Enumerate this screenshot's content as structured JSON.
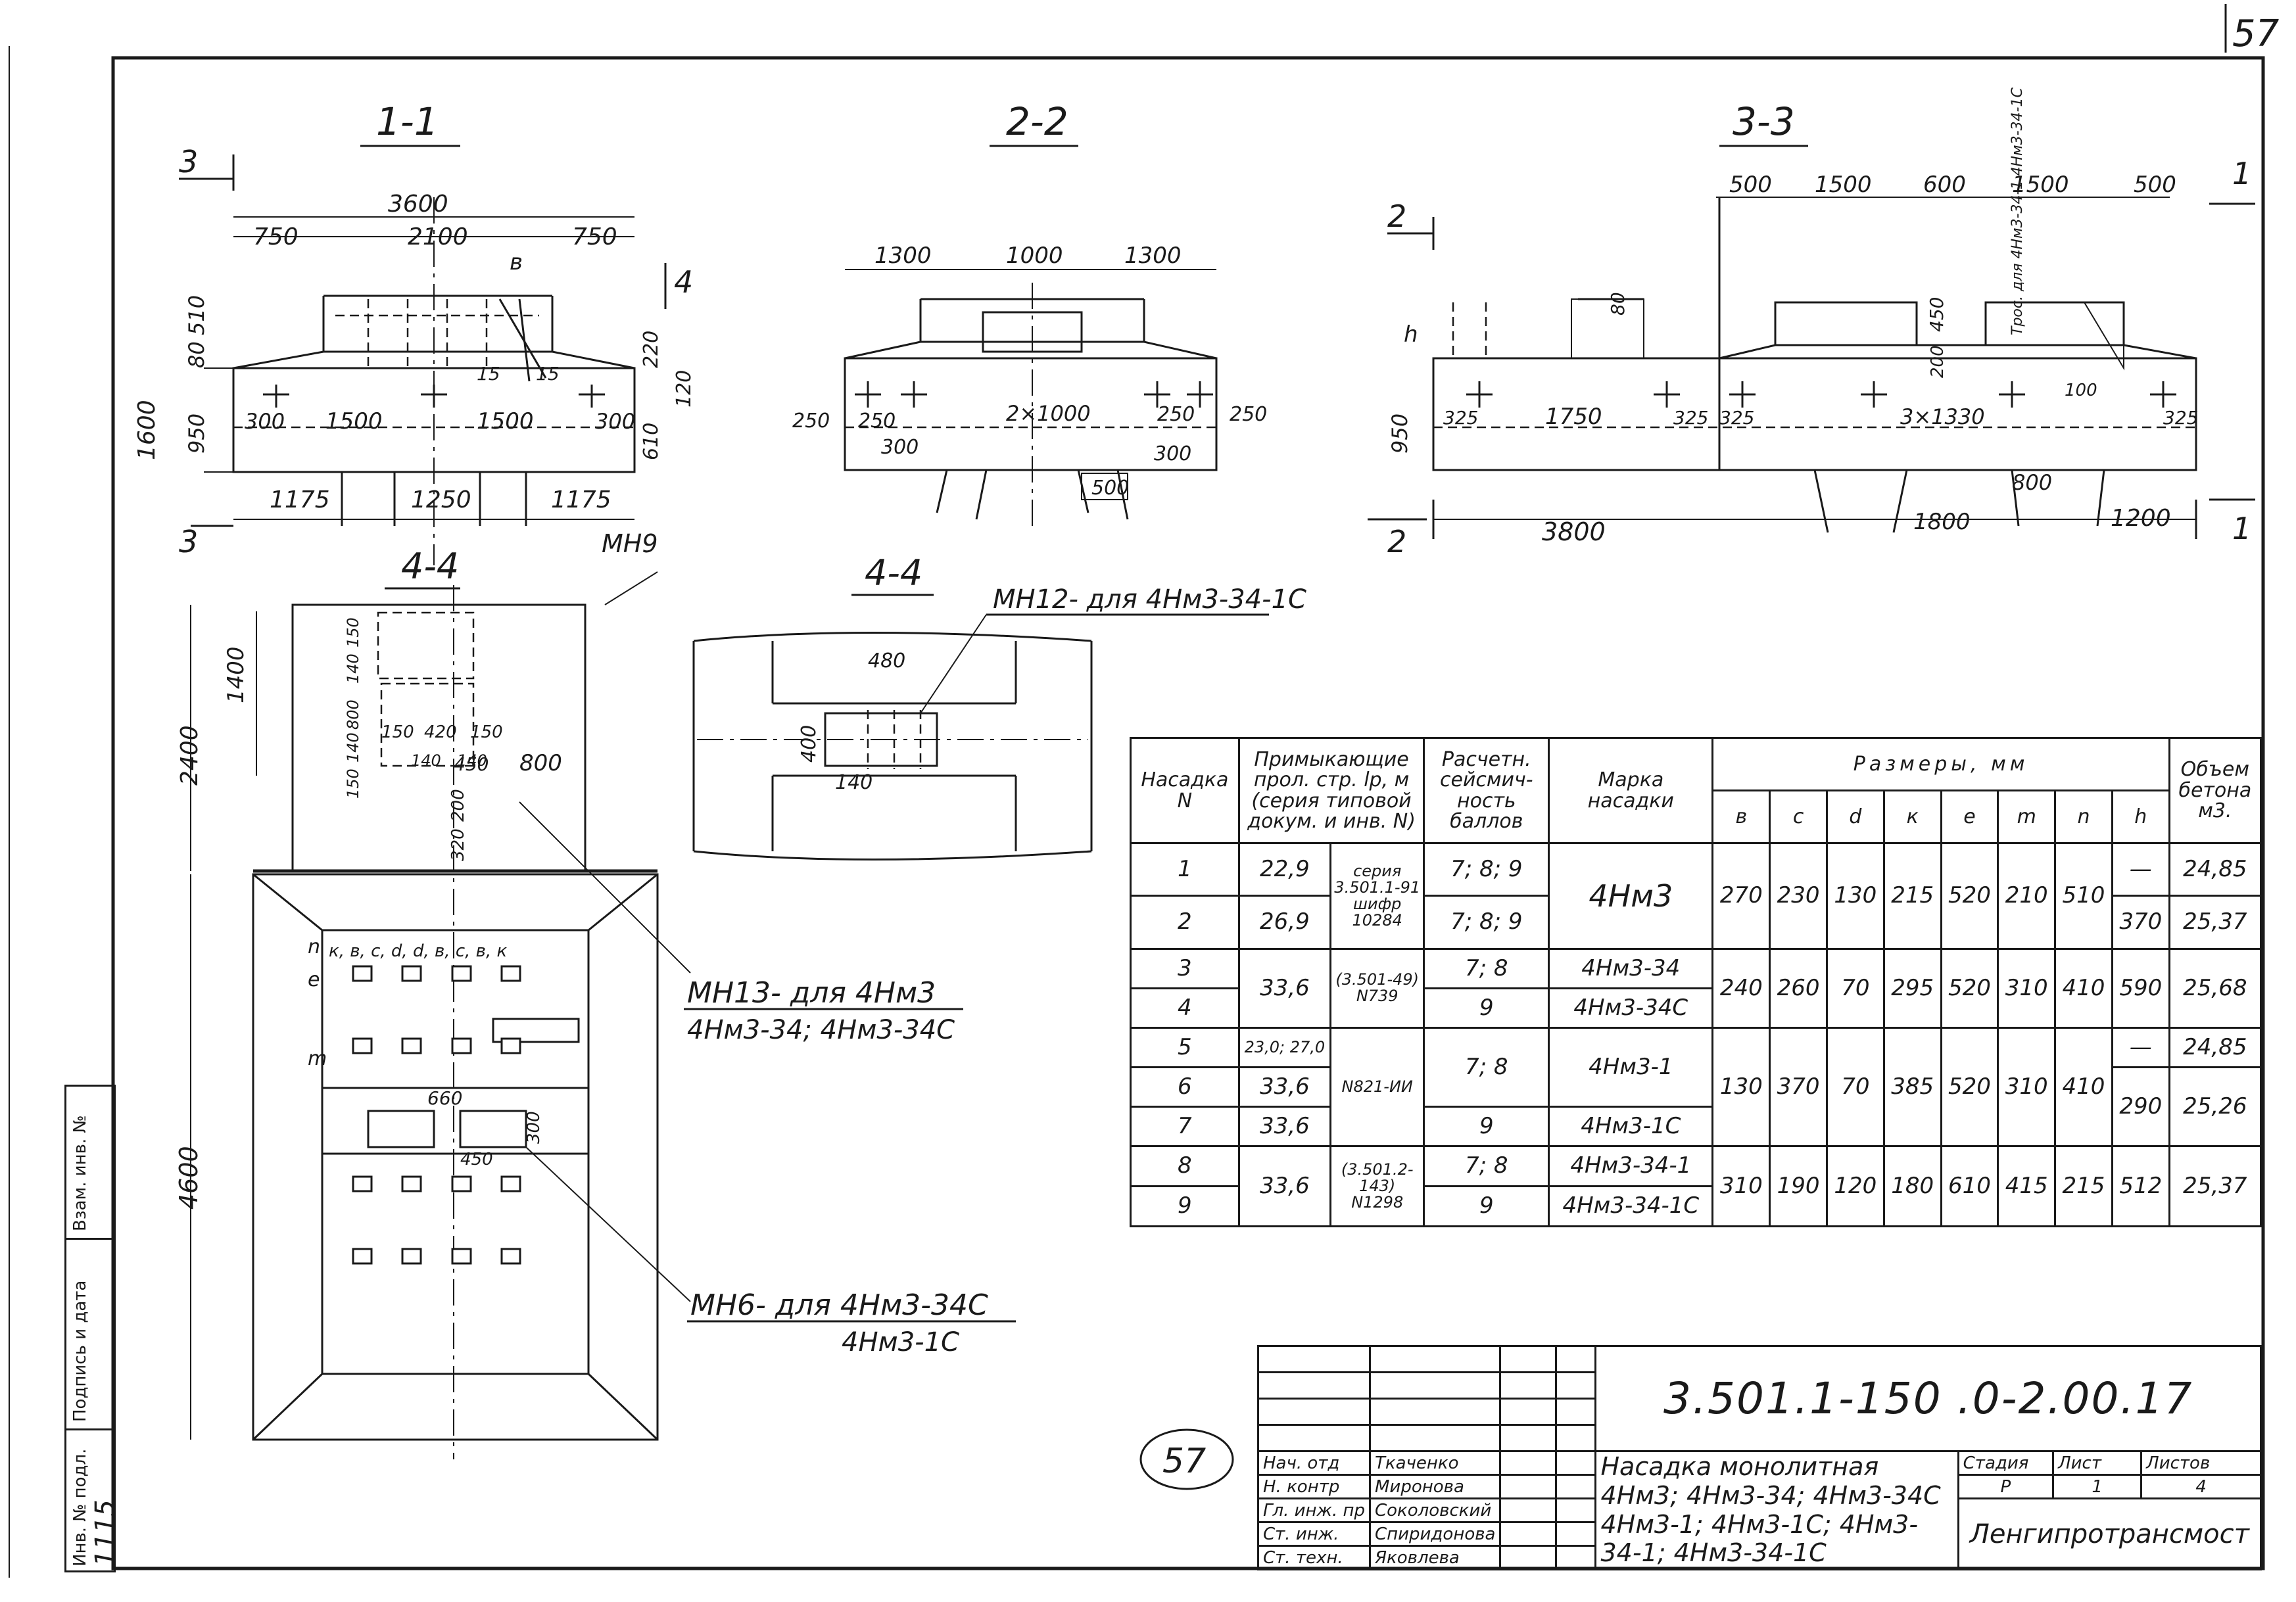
{
  "sheet": {
    "page_number": "57",
    "circled_number": "57"
  },
  "sections": {
    "s11": "1-1",
    "s22": "2-2",
    "s33": "3-3",
    "s44a": "4-4",
    "s44b": "4-4"
  },
  "cut_marks": {
    "c3": "3",
    "c4": "4",
    "c2": "2",
    "c1": "1"
  },
  "dims_11": {
    "overall": "3600",
    "left": "750",
    "mid": "2100",
    "right": "750",
    "b": "в",
    "h_total": "1600",
    "h_upper_a": "510",
    "h_upper_b": "80",
    "h_lower": "950",
    "r220": "220",
    "r120": "120",
    "r610": "610",
    "s15a": "15",
    "s15b": "15",
    "p300a": "300",
    "p1500a": "1500",
    "p1500b": "1500",
    "p300b": "300",
    "b1175a": "1175",
    "b1250": "1250",
    "b1175b": "1175"
  },
  "dims_22": {
    "left": "1300",
    "mid": "1000",
    "right": "1300",
    "d250a": "250",
    "d250b": "250",
    "d300a": "300",
    "d2x1000": "2×1000",
    "d250c": "250",
    "d250d": "250",
    "d300b": "300",
    "d500": "500"
  },
  "dims_33": {
    "d500a": "500",
    "d1500a": "1500",
    "d600": "600",
    "d1500b": "1500",
    "d500b": "500",
    "h": "h",
    "d80": "80",
    "d450": "450",
    "d200": "200",
    "d100": "100",
    "d950": "950",
    "d325a": "325",
    "d1750": "1750",
    "d325b": "325",
    "d325c": "325",
    "d3x1330": "3×1330",
    "d325d": "325",
    "d800": "800",
    "d3800": "3800",
    "d1800": "1800",
    "d1200": "1200",
    "note": "Трос. для 4Нм3-34-1 4Нм3-34-1С"
  },
  "dims_plan": {
    "d2400": "2400",
    "d1400": "1400",
    "d150a": "150",
    "d140a": "140",
    "d800": "800",
    "d140b": "140",
    "d150b": "150",
    "c150": "150",
    "c420": "420",
    "c150b": "150",
    "c140a": "140",
    "c140b": "140",
    "d450": "450",
    "d800b": "800",
    "d200": "200",
    "d320": "320",
    "d4600": "4600",
    "d660": "660",
    "d300": "300",
    "d450b": "450",
    "kbc": "к, в, с, d, d, в, с, в, к",
    "m": "m",
    "n": "n",
    "e": "е"
  },
  "dims_44b": {
    "d480": "480",
    "d400": "400",
    "d140": "140"
  },
  "labels": {
    "mn9": "МН9",
    "mn12": "МН12- для 4Нм3-34-1С",
    "mn13_l1": "МН13- для 4Нм3",
    "mn13_l2": "4Нм3-34; 4Нм3-34С",
    "mn6_l1": "МН6- для 4Нм3-34С",
    "mn6_l2": "4Нм3-1С"
  },
  "table": {
    "headers": {
      "n": "Насадка N",
      "span": "Примыкающие прол. стр. lр, м (серия типовой докум. и инв. N)",
      "seism": "Расчетн. сейсмич-ность баллов",
      "mark": "Марка насадки",
      "sizes": "Размеры, мм",
      "b": "в",
      "c": "с",
      "d": "d",
      "k": "к",
      "e": "е",
      "m": "m",
      "n_dim": "n",
      "h": "h",
      "vol": "Объем бетона м3."
    },
    "rows": [
      {
        "n": "1",
        "span": "22,9",
        "series": "серия 3.501.1-91 шифр 10284",
        "seism": "7; 8; 9",
        "mark": "4Нм3",
        "b": "270",
        "c": "230",
        "d": "130",
        "k": "215",
        "e": "520",
        "m": "210",
        "nd": "510",
        "h": "—",
        "vol": "24,85"
      },
      {
        "n": "2",
        "span": "26,9",
        "seism": "7; 8; 9",
        "h": "370",
        "vol": "25,37"
      },
      {
        "n": "3",
        "span": "33,6",
        "series": "(3.501-49) N739",
        "seism": "7; 8",
        "mark": "4Нм3-34",
        "b": "240",
        "c": "260",
        "d": "70",
        "k": "295",
        "e": "520",
        "m": "310",
        "nd": "410",
        "h": "590",
        "vol": "25,68"
      },
      {
        "n": "4",
        "seism": "9",
        "mark": "4Нм3-34С"
      },
      {
        "n": "5",
        "span": "23,0; 27,0",
        "series": "N821-ИИ",
        "seism": "7; 8",
        "mark": "4Нм3-1",
        "b": "130",
        "c": "370",
        "d": "70",
        "k": "385",
        "e": "520",
        "m": "310",
        "nd": "410",
        "h": "—",
        "vol": "24,85"
      },
      {
        "n": "6",
        "span": "33,6",
        "h": "290",
        "vol": "25,26"
      },
      {
        "n": "7",
        "span": "33,6",
        "seism": "9",
        "mark": "4Нм3-1С"
      },
      {
        "n": "8",
        "span": "33,6",
        "series": "(3.501.2-143) N1298",
        "seism": "7; 8",
        "mark": "4Нм3-34-1",
        "b": "310",
        "c": "190",
        "d": "120",
        "k": "180",
        "e": "610",
        "m": "415",
        "nd": "215",
        "h": "512",
        "vol": "25,37"
      },
      {
        "n": "9",
        "seism": "9",
        "mark": "4Нм3-34-1С"
      }
    ]
  },
  "stamp": {
    "code": "3.501.1-150 .0-2.00.17",
    "title": "Насадка монолитная 4Нм3; 4Нм3-34; 4Нм3-34С 4Нм3-1; 4Нм3-1С; 4Нм3-34-1; 4Нм3-34-1С",
    "stage_label": "Стадия",
    "sheet_label": "Лист",
    "sheets_label": "Листов",
    "stage": "Р",
    "sheet": "1",
    "sheets": "4",
    "org": "Ленгипротрансмост",
    "roles": [
      "Нач. отд",
      "Н. контр",
      "Гл. инж. пр",
      "Ст. инж.",
      "Ст. техн."
    ],
    "names": [
      "Ткаченко",
      "Миронова",
      "Соколовский",
      "Спиридонова",
      "Яковлева"
    ]
  },
  "side_block": {
    "inv_podl": "Инв. № подл.",
    "podpis": "Подпись и дата",
    "vzam": "Взам. инв. №",
    "inv_value": "1115"
  }
}
